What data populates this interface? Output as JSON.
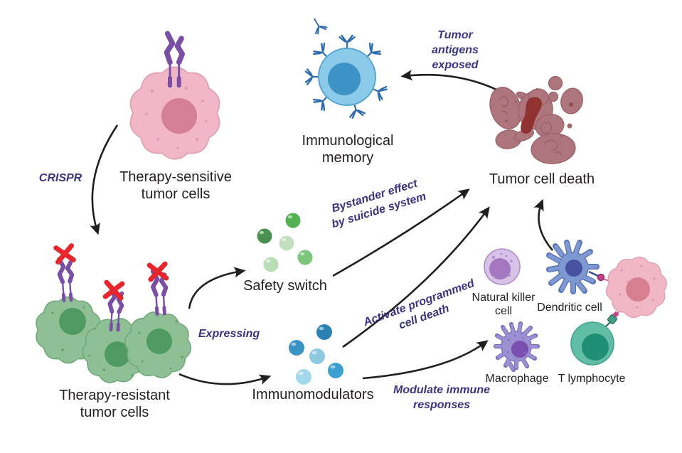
{
  "labels": {
    "therapy_sensitive": "Therapy-sensitive tumor cells",
    "therapy_resistant": "Therapy-resistant tumor cells",
    "safety_switch": "Safety switch",
    "immunomodulators": "Immunomodulators",
    "immunological_memory": "Immunological memory",
    "tumor_cell_death": "Tumor cell death",
    "natural_killer_cell": "Natural killer cell",
    "dendritic_cell": "Dendritic cell",
    "macrophage": "Macrophage",
    "t_lymphocyte": "T lymphocyte"
  },
  "annotations": {
    "crispr": "CRISPR",
    "expressing": "Expressing",
    "tumor_antigens_exposed": "Tumor antigens exposed",
    "bystander_effect": "Bystander effect by suicide system",
    "activate_programmed": "Activate programmed cell death",
    "modulate_immune": "Modulate immune responses"
  },
  "colors": {
    "annotation_text": "#3b3483",
    "label_text": "#262223",
    "arrow": "#1f1f1f",
    "sensitive_cell_body": "#f2b7c6",
    "sensitive_cell_nucleus": "#d57f96",
    "resistant_cell_body": "#8fbf95",
    "resistant_cell_nucleus": "#4f9a63",
    "receptor_purple": "#7b4ea6",
    "blocked_x_red": "#e8252b",
    "safety_switch_greens": [
      "#53b153",
      "#4a9150",
      "#c3dfc0",
      "#7cc57c",
      "#b9ddb5"
    ],
    "immunomodulator_blues": [
      "#2b80b4",
      "#3b92c4",
      "#8ec9e2",
      "#3d9fd0",
      "#a3d7ea"
    ],
    "memory_cell_body": "#8bcbe9",
    "memory_cell_nucleus": "#3e93c6",
    "antibody_blue": "#2e6cae",
    "tumor_death_mauve": "#ad767c",
    "tumor_death_dark_red": "#8f3231",
    "nk_cell_body": "#d9c2e8",
    "nk_cell_nucleus": "#a477c0",
    "dendritic_body": "#7e99d2",
    "dendritic_nucleus": "#47519f",
    "macrophage_body": "#9b90d2",
    "macrophage_nucleus": "#7a4fae",
    "t_lymphocyte_body": "#62bda6",
    "t_lymphocyte_nucleus": "#1f8e73",
    "attacked_tumor_body": "#f2b7c4",
    "attacked_tumor_nucleus": "#d6808f"
  }
}
